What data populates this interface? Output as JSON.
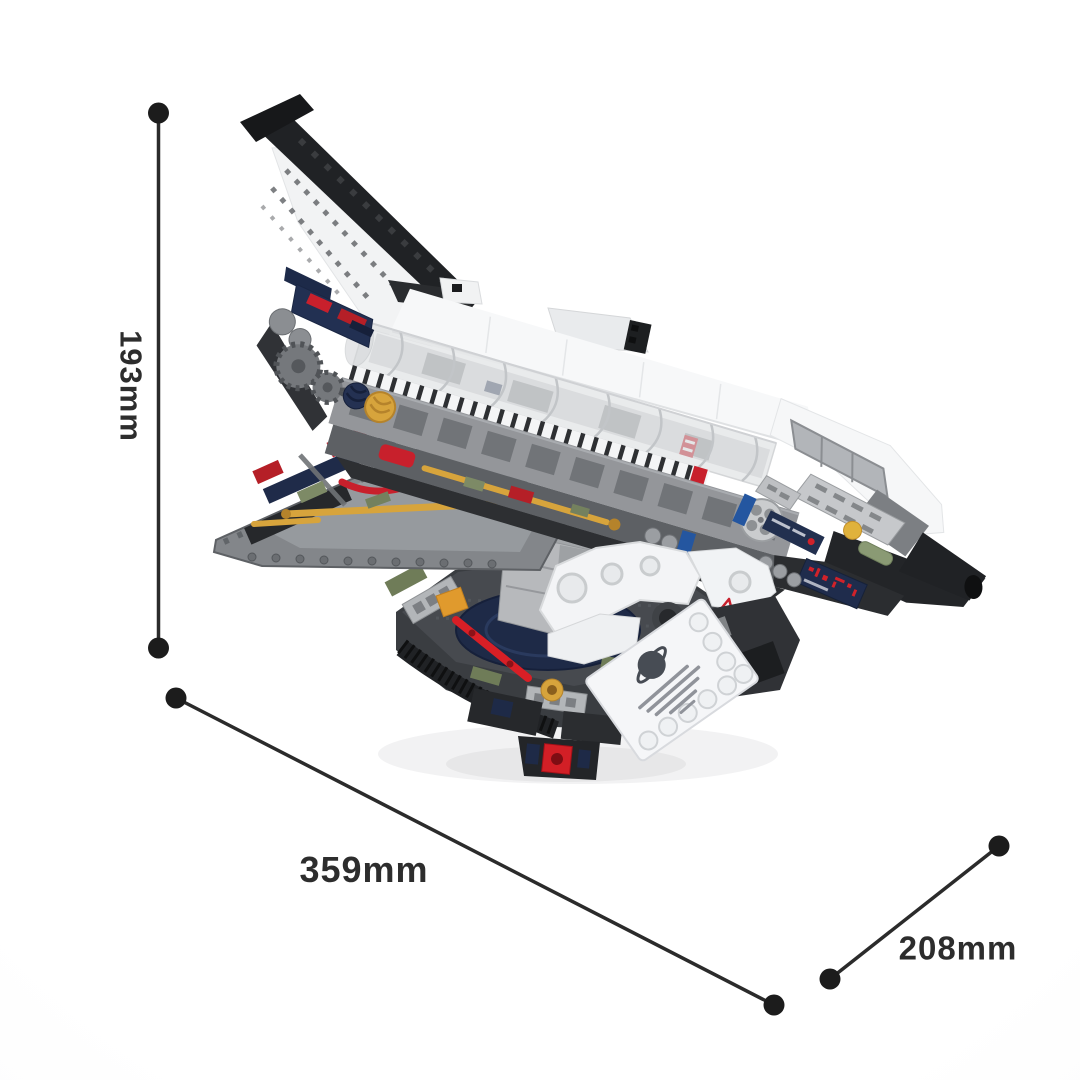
{
  "product": {
    "subject": "Space shuttle brick model on display stand",
    "dimensions": {
      "height": "193mm",
      "length": "359mm",
      "depth": "208mm"
    }
  },
  "annotations": {
    "line_color": "#2b2b2b",
    "dot_color": "#1c1c1c",
    "text_color": "#2d2d2d"
  },
  "icons": {
    "plaque_logo": "planet-with-ring",
    "nose_sticker": "warning-triangle"
  },
  "palette": {
    "background": "#ffffff",
    "hull_white": "#f6f7f8",
    "canopy_glass": "#dcdee0",
    "frame_gray": "#94969a",
    "mech_gray": "#5d6064",
    "dark_charcoal": "#232528",
    "navy_blue": "#1f2b49",
    "brick_red": "#c8202c",
    "pearl_gold": "#d7a43c",
    "orange": "#e09a2d",
    "olive_green": "#7d8a66",
    "base_gray": "#474a4f"
  }
}
